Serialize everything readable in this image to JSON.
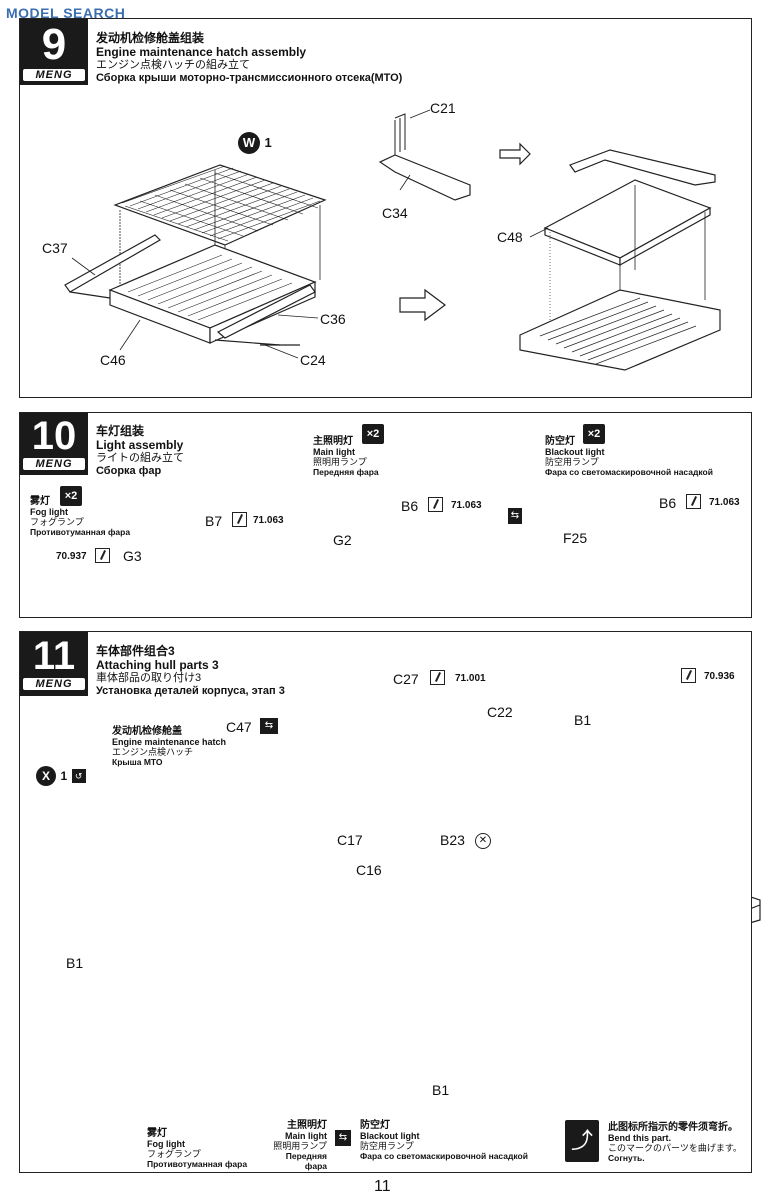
{
  "watermark": "MODEL SEARCH",
  "page_number": "11",
  "step9": {
    "number": "9",
    "brand": "MENG",
    "title_cn": "发动机检修舱盖组装",
    "title_en": "Engine maintenance hatch assembly",
    "title_jp": "エンジン点検ハッチの組み立て",
    "title_ru": "Сборка крыши моторно-трансмиссионного отсека(МТО)",
    "parts": {
      "c21": "C21",
      "c34": "C34",
      "c48": "C48",
      "c37": "C37",
      "c36": "C36",
      "c46": "C46",
      "c24": "C24",
      "w1_letter": "W",
      "w1_count": "1"
    }
  },
  "step10": {
    "number": "10",
    "brand": "MENG",
    "title_cn": "车灯组装",
    "title_en": "Light assembly",
    "title_jp": "ライトの組み立て",
    "title_ru": "Сборка фар",
    "fog": {
      "cn": "雾灯",
      "en": "Fog light",
      "jp": "フォグランプ",
      "ru": "Противотуманная фара",
      "qty": "×2",
      "paint": "70.937",
      "part_g3": "G3",
      "part_b7": "B7",
      "paint_b7": "71.063"
    },
    "main": {
      "cn": "主照明灯",
      "en": "Main light",
      "jp": "照明用ランプ",
      "ru": "Передняя фара",
      "qty": "×2",
      "part_b6": "B6",
      "paint_b6": "71.063",
      "part_g2": "G2"
    },
    "blackout": {
      "cn": "防空灯",
      "en": "Blackout light",
      "jp": "防空用ランプ",
      "ru": "Фара со светомаскировочной насадкой",
      "qty": "×2",
      "part_b6": "B6",
      "paint_b6": "71.063",
      "part_f25": "F25"
    }
  },
  "step11": {
    "number": "11",
    "brand": "MENG",
    "title_cn": "车体部件组合3",
    "title_en": "Attaching hull parts 3",
    "title_jp": "車体部品の取り付け3",
    "title_ru": "Установка деталей корпуса, этап 3",
    "hatch": {
      "cn": "发动机检修舱盖",
      "en": "Engine maintenance hatch",
      "jp": "エンジン点検ハッチ",
      "ru": "Крыша МТО"
    },
    "parts": {
      "c47": "C47",
      "c27": "C27",
      "c27_paint": "71.001",
      "c22": "C22",
      "c17": "C17",
      "c16": "C16",
      "b23": "B23",
      "b1_left": "B1",
      "b1_right": "B1",
      "x1_letter": "X",
      "x1_count": "1"
    },
    "inset": {
      "part": "B1",
      "paint": "70.936"
    },
    "fog": {
      "cn": "雾灯",
      "en": "Fog light",
      "jp": "フォグランプ",
      "ru": "Противотуманная фара"
    },
    "main": {
      "cn": "主照明灯",
      "en": "Main light",
      "jp": "照明用ランプ",
      "ru": "Передняя фара"
    },
    "blackout": {
      "cn": "防空灯",
      "en": "Blackout light",
      "jp": "防空用ランプ",
      "ru": "Фара со светомаскировочной насадкой"
    },
    "bend": {
      "cn": "此图标所指示的零件须弯折。",
      "en": "Bend this part.",
      "jp": "このマークのパーツを曲げます。",
      "ru": "Согнуть."
    }
  },
  "colors": {
    "ink": "#1a1a1a",
    "watermark": "#3b6fb0",
    "grey_lens": "#999999"
  }
}
